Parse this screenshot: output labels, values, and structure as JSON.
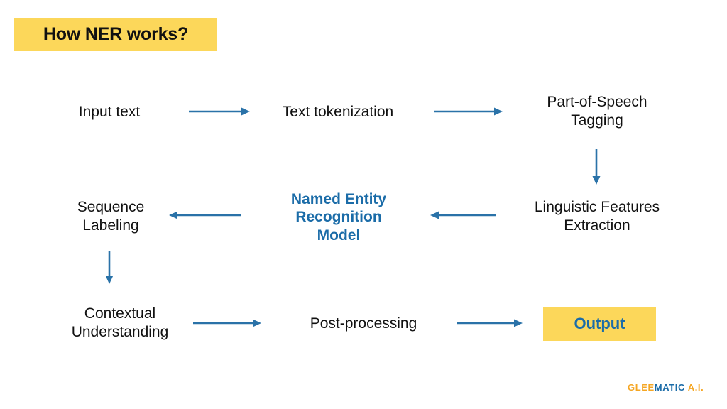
{
  "title": {
    "text": "How NER works?",
    "banner_color": "#FCD75A",
    "text_color": "#111111"
  },
  "theme": {
    "accent_blue": "#1B6CA8",
    "arrow_blue": "#2A72A8",
    "highlight_yellow": "#FCD75A",
    "text_black": "#111111",
    "background": "#FFFFFF"
  },
  "diagram": {
    "type": "flowchart",
    "nodes": [
      {
        "id": "input-text",
        "label": "Input text",
        "style": "plain"
      },
      {
        "id": "text-tokenization",
        "label": "Text tokenization",
        "style": "plain"
      },
      {
        "id": "pos-tagging",
        "label": "Part-of-Speech\nTagging",
        "style": "plain"
      },
      {
        "id": "linguistic",
        "label": "Linguistic Features\nExtraction",
        "style": "plain"
      },
      {
        "id": "ner-model",
        "label": "Named Entity\nRecognition\nModel",
        "style": "accent"
      },
      {
        "id": "sequence-labeling",
        "label": "Sequence\nLabeling",
        "style": "plain"
      },
      {
        "id": "contextual",
        "label": "Contextual\nUnderstanding",
        "style": "plain"
      },
      {
        "id": "post-processing",
        "label": "Post-processing",
        "style": "plain"
      },
      {
        "id": "output",
        "label": "Output",
        "style": "boxed"
      }
    ],
    "edges": [
      {
        "from": "input-text",
        "to": "text-tokenization",
        "direction": "right"
      },
      {
        "from": "text-tokenization",
        "to": "pos-tagging",
        "direction": "right"
      },
      {
        "from": "pos-tagging",
        "to": "linguistic",
        "direction": "down"
      },
      {
        "from": "linguistic",
        "to": "ner-model",
        "direction": "left"
      },
      {
        "from": "ner-model",
        "to": "sequence-labeling",
        "direction": "left"
      },
      {
        "from": "sequence-labeling",
        "to": "contextual",
        "direction": "down"
      },
      {
        "from": "contextual",
        "to": "post-processing",
        "direction": "right"
      },
      {
        "from": "post-processing",
        "to": "output",
        "direction": "right"
      }
    ]
  },
  "logo": {
    "part1": "GLEE",
    "part2": "MATIC",
    "part3": " A.I.",
    "color1": "#F5A623",
    "color2": "#1B6CA8"
  }
}
